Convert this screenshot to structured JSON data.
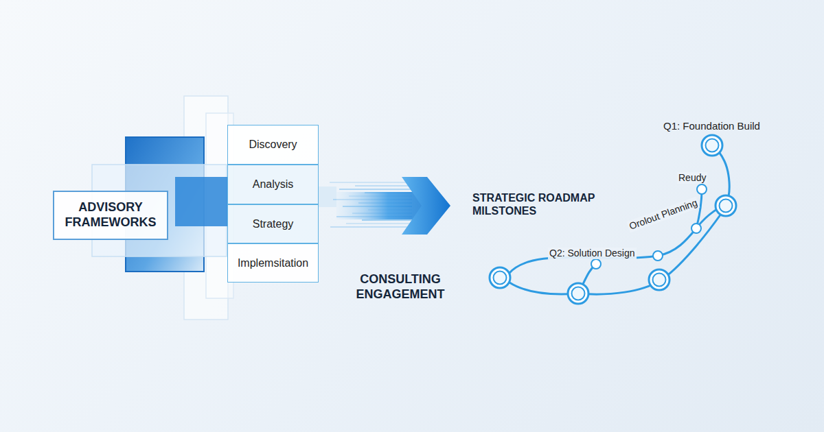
{
  "diagram": {
    "nodes": [
      {
        "text": [
          "ADVISORY FRAMEWORKS"
        ]
      },
      {
        "text": [
          "Discovery"
        ]
      },
      {
        "text": [
          "Analysis"
        ]
      },
      {
        "text": [
          "Strategy"
        ]
      },
      {
        "text": [
          "Implemsitation"
        ]
      }
    ],
    "labels": [
      "CONSULTING ENGAGEMENT",
      "STRATEGIC ROADMAP MILSTONES",
      "Q1: Foundation Build",
      "Reudy",
      "Orolout Planning",
      "Q2: Solution Design"
    ]
  }
}
